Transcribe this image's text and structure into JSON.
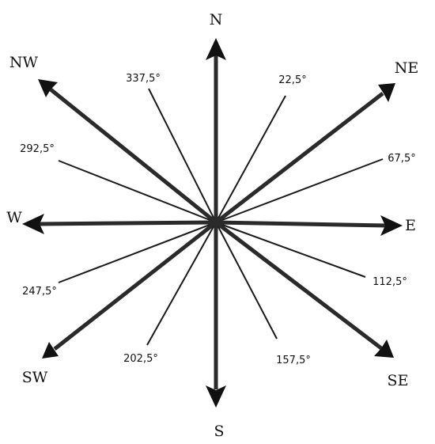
{
  "directions": {
    "n": "N",
    "ne": "NE",
    "e": "E",
    "se": "SE",
    "s": "S",
    "sw": "SW",
    "w": "W",
    "nw": "NW"
  },
  "bearings": {
    "b22": "22,5°",
    "b67": "67,5°",
    "b112": "112,5°",
    "b157": "157,5°",
    "b202": "202,5°",
    "b247": "247,5°",
    "b292": "292,5°",
    "b337": "337,5°"
  },
  "colors": {
    "line": "#2a2a2a",
    "text": "#111111",
    "background": "#ffffff"
  }
}
